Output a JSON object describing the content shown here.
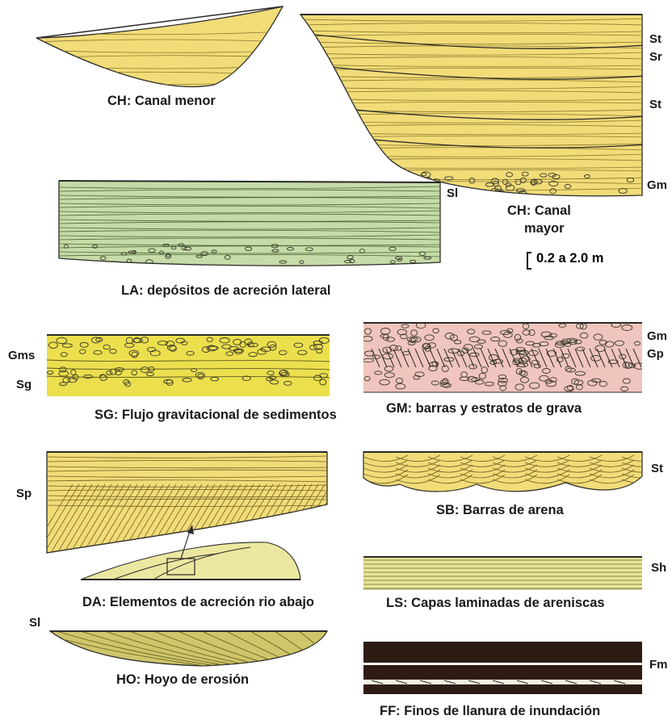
{
  "colors": {
    "sand_yellow": "#f1dc78",
    "sand_bright": "#ecdf4e",
    "green_la": "#c6dba7",
    "pink_gm": "#f0c5bd",
    "olive_ho": "#cfc56a",
    "ff_dark": "#2e1c14",
    "line": "#2a2a2a"
  },
  "elements": {
    "ch_menor": {
      "caption": "CH: Canal menor"
    },
    "ch_mayor": {
      "caption_line1": "CH: Canal",
      "caption_line2": "mayor",
      "codes": [
        "St",
        "Sr",
        "St",
        "Gm"
      ]
    },
    "la": {
      "caption": "LA: depósitos de acreción lateral",
      "code": "Sl"
    },
    "scale": {
      "text": "0.2 a 2.0 m"
    },
    "sg": {
      "caption": "SG: Flujo gravitacional de sedimentos",
      "codes": [
        "Gms",
        "Sg"
      ]
    },
    "gm": {
      "caption": "GM: barras y estratos de grava",
      "codes": [
        "Gm",
        "Gp"
      ]
    },
    "da": {
      "caption": "DA: Elementos de acreción rio abajo",
      "code": "Sp"
    },
    "sb": {
      "caption": "SB: Barras de arena",
      "code": "St"
    },
    "ls": {
      "caption": "LS: Capas laminadas de areniscas",
      "code": "Sh"
    },
    "ho": {
      "caption": "HO: Hoyo de erosión",
      "code": "Sl"
    },
    "ff": {
      "caption": "FF: Finos de llanura de inundación",
      "code": "Fm"
    }
  }
}
